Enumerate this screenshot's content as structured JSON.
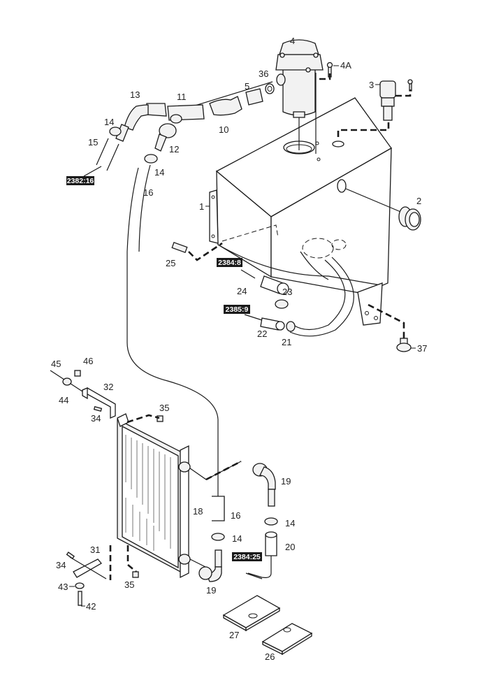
{
  "diagram": {
    "type": "exploded-parts-diagram",
    "subject": "Hydraulic tank, return filter and oil cooler assembly",
    "callouts": [
      {
        "id": "c1",
        "label": "1"
      },
      {
        "id": "c2",
        "label": "2"
      },
      {
        "id": "c3",
        "label": "3"
      },
      {
        "id": "c4",
        "label": "4"
      },
      {
        "id": "c4a",
        "label": "4A"
      },
      {
        "id": "c5",
        "label": "5"
      },
      {
        "id": "c10",
        "label": "10"
      },
      {
        "id": "c11",
        "label": "11"
      },
      {
        "id": "c12",
        "label": "12"
      },
      {
        "id": "c13",
        "label": "13"
      },
      {
        "id": "c14a",
        "label": "14"
      },
      {
        "id": "c14b",
        "label": "14"
      },
      {
        "id": "c14c",
        "label": "14"
      },
      {
        "id": "c14d",
        "label": "14"
      },
      {
        "id": "c15",
        "label": "15"
      },
      {
        "id": "c16a",
        "label": "16"
      },
      {
        "id": "c16b",
        "label": "16"
      },
      {
        "id": "c18",
        "label": "18"
      },
      {
        "id": "c19a",
        "label": "19"
      },
      {
        "id": "c19b",
        "label": "19"
      },
      {
        "id": "c20",
        "label": "20"
      },
      {
        "id": "c21",
        "label": "21"
      },
      {
        "id": "c22",
        "label": "22"
      },
      {
        "id": "c23",
        "label": "23"
      },
      {
        "id": "c24",
        "label": "24"
      },
      {
        "id": "c25",
        "label": "25"
      },
      {
        "id": "c26",
        "label": "26"
      },
      {
        "id": "c27",
        "label": "27"
      },
      {
        "id": "c31",
        "label": "31"
      },
      {
        "id": "c32",
        "label": "32"
      },
      {
        "id": "c34a",
        "label": "34"
      },
      {
        "id": "c34b",
        "label": "34"
      },
      {
        "id": "c35a",
        "label": "35"
      },
      {
        "id": "c35b",
        "label": "35"
      },
      {
        "id": "c36",
        "label": "36"
      },
      {
        "id": "c37",
        "label": "37"
      },
      {
        "id": "c42",
        "label": "42"
      },
      {
        "id": "c43",
        "label": "43"
      },
      {
        "id": "c44",
        "label": "44"
      },
      {
        "id": "c45",
        "label": "45"
      },
      {
        "id": "c46",
        "label": "46"
      }
    ],
    "references": [
      {
        "id": "r1",
        "label": "2382:16"
      },
      {
        "id": "r2",
        "label": "2384:8"
      },
      {
        "id": "r3",
        "label": "2385:9"
      },
      {
        "id": "r4",
        "label": "2384:25"
      }
    ],
    "colors": {
      "line": "#1a1a1a",
      "part_fill": "#f2f2f2",
      "background": "#ffffff",
      "ref_tag_bg": "#1a1a1a",
      "ref_tag_text": "#ffffff"
    }
  }
}
